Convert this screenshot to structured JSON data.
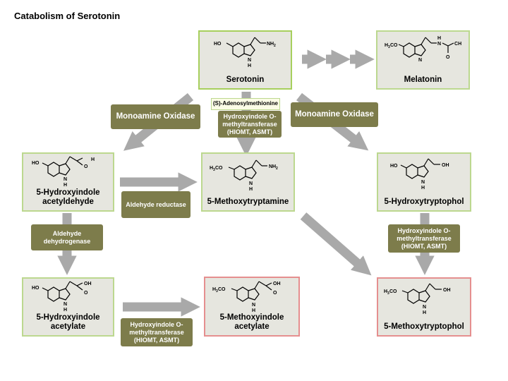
{
  "title": "Catabolism of Serotonin",
  "compounds": {
    "serotonin": {
      "label": "Serotonin",
      "sub": [
        "HO",
        "NH",
        "2",
        "N",
        "H"
      ]
    },
    "melatonin": {
      "label": "Melatonin",
      "sub": [
        "H",
        "3",
        "CO",
        "N",
        "H",
        "O",
        "C",
        "H"
      ]
    },
    "hiaa_aldehyde": {
      "label": "5-Hydroxyindole acetyldehyde",
      "sub": [
        "HO",
        "O",
        "H",
        "N",
        "H"
      ]
    },
    "methoxytryptamine": {
      "label": "5-Methoxytryptamine",
      "sub": [
        "H",
        "3",
        "CO",
        "NH",
        "2",
        "N",
        "H"
      ]
    },
    "hydroxytryptophol": {
      "label": "5-Hydroxytryptophol",
      "sub": [
        "HO",
        "OH",
        "N",
        "H"
      ]
    },
    "hydroxyindole_acetylate": {
      "label": "5-Hydroxyindole acetylate",
      "sub": [
        "HO",
        "OH",
        "O",
        "N",
        "H"
      ]
    },
    "methoxyindole_acetylate": {
      "label": "5-Methoxyindole acetylate",
      "sub": [
        "H",
        "3",
        "CO",
        "OH",
        "O",
        "N",
        "H"
      ]
    },
    "methoxytryptophol": {
      "label": "5-Methoxytryptophol",
      "sub": [
        "H",
        "3",
        "CO",
        "OH",
        "N",
        "H"
      ]
    }
  },
  "enzymes": {
    "mao_left": "Monoamine Oxidase",
    "mao_right": "Monoamine Oxidase",
    "hiomt_center": "Hydroxyindole O-methyltransferase (HIOMT, ASMT)",
    "cofactor": "(S)-Adenosylmethionine",
    "aldehyde_reductase": "Aldehyde reductase",
    "aldehyde_dehydrogenase": "Aldehyde dehydrogenase",
    "hiomt_right": "Hydroxyindole O-methyltransferase (HIOMT, ASMT)",
    "hiomt_bottom": "Hydroxyindole O-methyltransferase (HIOMT, ASMT)"
  },
  "colors": {
    "enzyme_bg": "#7d7c4b",
    "box_bg": "#e6e6df",
    "box_border": "#bcd88f",
    "final_border": "#e58f8f",
    "arrow": "#a9a9a9"
  }
}
